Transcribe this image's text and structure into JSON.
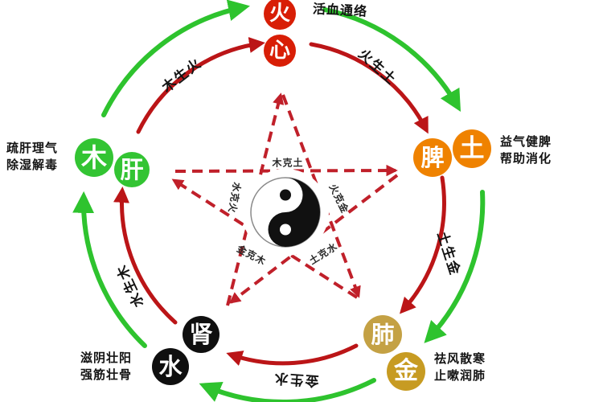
{
  "diagram": {
    "center_symbol": "yin-yang",
    "nodes": {
      "fire": {
        "element": "火",
        "organ": "心"
      },
      "earth": {
        "element": "土",
        "organ": "脾"
      },
      "metal": {
        "element": "金",
        "organ": "肺"
      },
      "water": {
        "element": "水",
        "organ": "肾"
      },
      "wood": {
        "element": "木",
        "organ": "肝"
      }
    },
    "annotations": {
      "fire": [
        "活血通络"
      ],
      "earth": [
        "益气健脾",
        "帮助消化"
      ],
      "metal": [
        "祛风散寒",
        "止嗽润肺"
      ],
      "water": [
        "滋阴壮阳",
        "强筋壮骨"
      ],
      "wood": [
        "疏肝理气",
        "除湿解毒"
      ]
    },
    "generating_cycle": {
      "wood_fire": "木生火",
      "fire_earth": "火生土",
      "earth_metal": "土生金",
      "metal_water": "金生水",
      "water_wood": "水生木"
    },
    "overcoming_cycle": {
      "wood_earth": "木克土",
      "water_fire": "水克火",
      "fire_metal": "火克金",
      "metal_wood": "金克木",
      "earth_water": "土克水"
    },
    "colors": {
      "fire": "#d81e06",
      "earth": "#ef8200",
      "metal": "#c79b22",
      "metal_organ": "#c4a144",
      "water": "#0f0f0f",
      "wood": "#33c433",
      "generating_arc_outer": "#2ec32e",
      "generating_arc_inner": "#bb1517",
      "overcoming_dashed": "#c0202a"
    }
  }
}
